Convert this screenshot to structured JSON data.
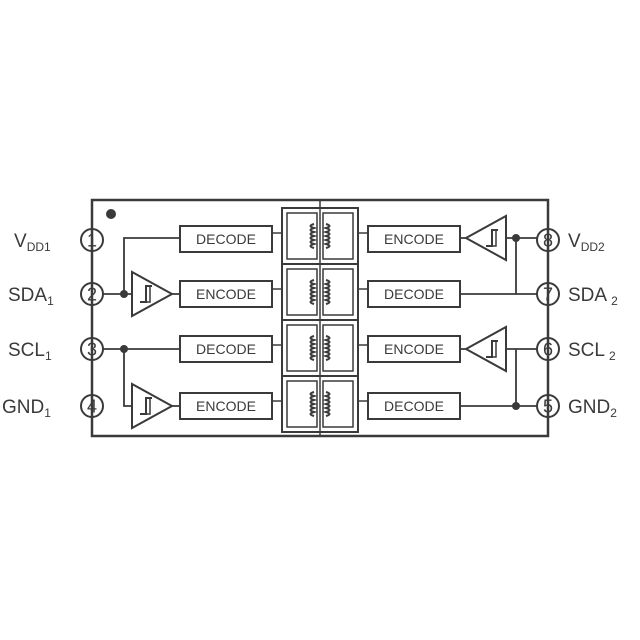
{
  "pins_left": [
    {
      "num": "1",
      "name": "V",
      "sub": "DD1"
    },
    {
      "num": "2",
      "name": "SDA",
      "sub": "1"
    },
    {
      "num": "3",
      "name": "SCL",
      "sub": "1"
    },
    {
      "num": "4",
      "name": "GND",
      "sub": "1"
    }
  ],
  "pins_right": [
    {
      "num": "8",
      "name": "V",
      "sub": "DD2"
    },
    {
      "num": "7",
      "name": "SDA",
      "sub": "2"
    },
    {
      "num": "6",
      "name": "SCL",
      "sub": "2"
    },
    {
      "num": "5",
      "name": "GND",
      "sub": "2"
    }
  ],
  "blocks_left": [
    "DECODE",
    "ENCODE",
    "DECODE",
    "ENCODE"
  ],
  "blocks_right": [
    "ENCODE",
    "DECODE",
    "ENCODE",
    "DECODE"
  ],
  "colors": {
    "ink": "#3a3a3a",
    "background": "#ffffff"
  }
}
